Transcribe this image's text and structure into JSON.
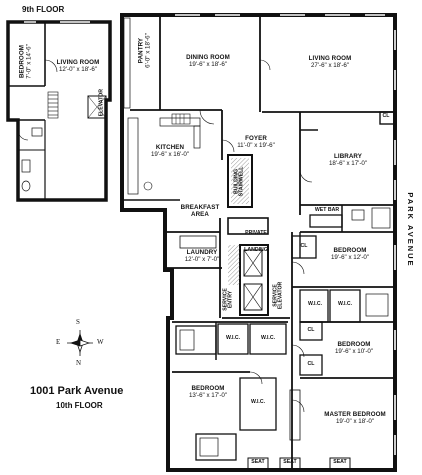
{
  "floor_9": {
    "title": "9th FLOOR"
  },
  "building": {
    "address": "1001 Park Avenue",
    "floor": "10th FLOOR"
  },
  "street": "PARK AVENUE",
  "compass": {
    "n": "N",
    "s": "S",
    "e": "E",
    "w": "W"
  },
  "rooms": {
    "bedroom_9": {
      "name": "BEDROOM",
      "dims": "7'-0\" x 14'-6\""
    },
    "living_9": {
      "name": "LIVING ROOM",
      "dims": "12'-0\" x 18'-6\""
    },
    "elevator_9": {
      "name": "ELEVATOR"
    },
    "pantry": {
      "name": "PANTRY",
      "dims": "6'-0\" x 18'-6\""
    },
    "dining": {
      "name": "DINING ROOM",
      "dims": "19'-6\" x 18'-6\""
    },
    "living": {
      "name": "LIVING ROOM",
      "dims": "27'-6\" x 18'-6\""
    },
    "kitchen": {
      "name": "KITCHEN",
      "dims": "19'-6\" x 16'-0\""
    },
    "foyer": {
      "name": "FOYER",
      "dims": "11'-0\" x 19'-6\""
    },
    "library": {
      "name": "LIBRARY",
      "dims": "18'-6\" x 17'-0\""
    },
    "stairwell": {
      "name": "BUILDING STAIRWELL"
    },
    "breakfast": {
      "name": "BREAKFAST",
      "name2": "AREA"
    },
    "wetbar": {
      "name": "WET BAR"
    },
    "private_landing": {
      "name": "PRIVATE",
      "name2": "LANDING"
    },
    "laundry": {
      "name": "LAUNDRY",
      "dims": "12'-0\" x 7'-0\""
    },
    "bedroom_a": {
      "name": "BEDROOM",
      "dims": "19'-6\" x 12'-0\""
    },
    "service_entry": {
      "name": "SERVICE ENTRY"
    },
    "service_elevator": {
      "name": "SERVICE ELEVATOR"
    },
    "bedroom_b": {
      "name": "BEDROOM",
      "dims": "19'-6\" x 10'-0\""
    },
    "bedroom_c": {
      "name": "BEDROOM",
      "dims": "13'-6\" x 17'-0\""
    },
    "master": {
      "name": "MASTER BEDROOM",
      "dims": "19'-0\" x 18'-0\""
    }
  },
  "labels": {
    "cl": "CL",
    "wic": "W.I.C.",
    "seat": "SEAT"
  }
}
